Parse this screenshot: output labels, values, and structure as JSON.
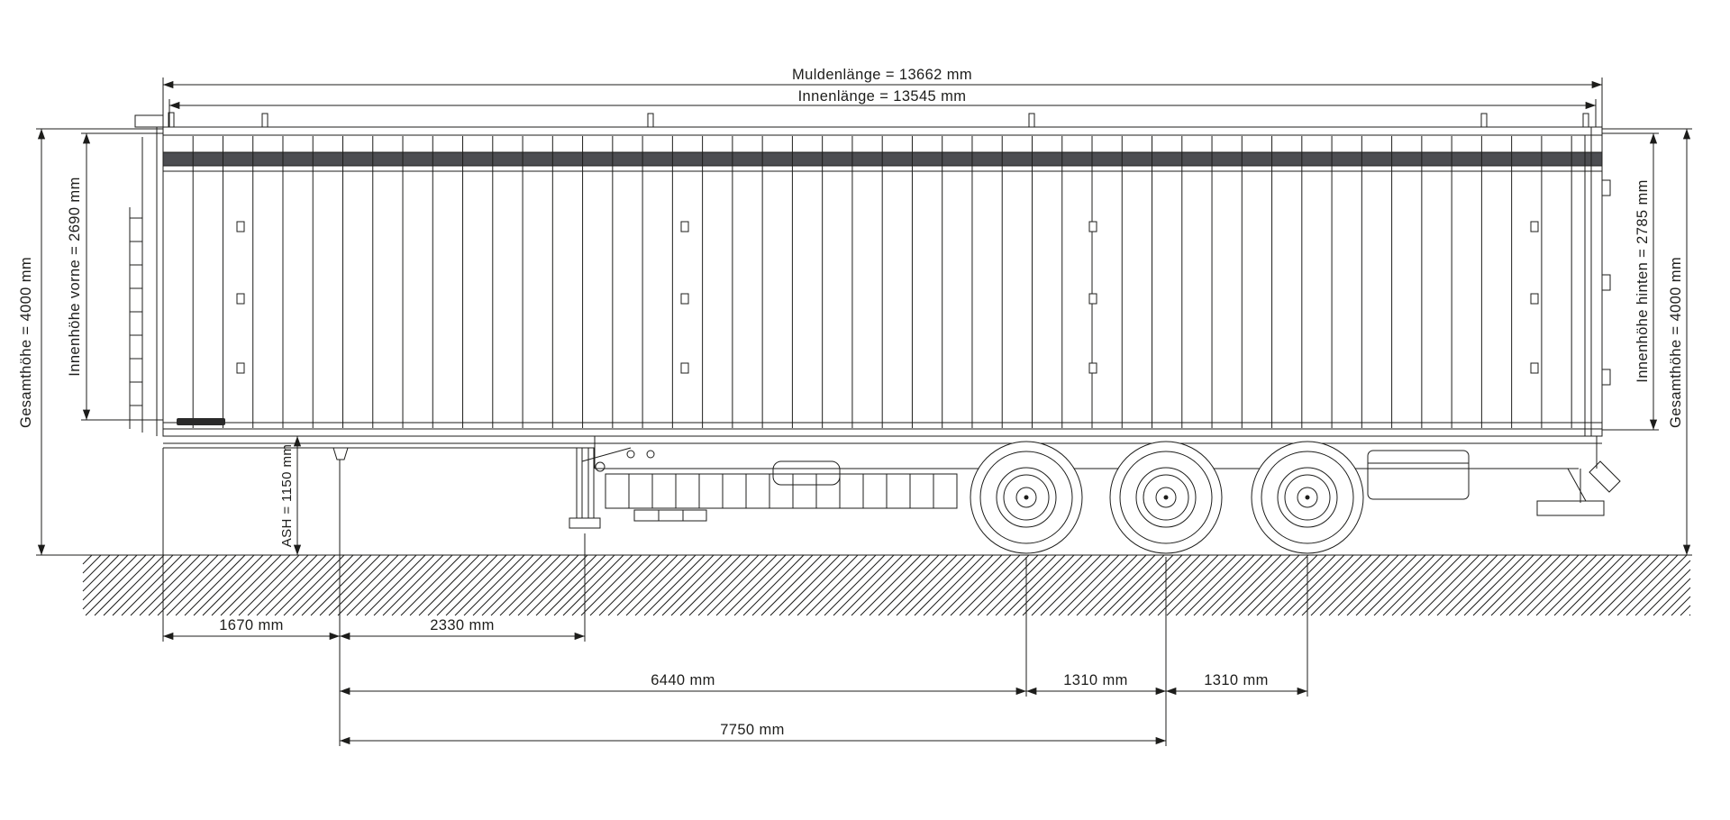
{
  "drawing": {
    "labels": {
      "muldenlaenge": "Muldenlänge = 13662 mm",
      "innenlaenge": "Innenlänge = 13545 mm",
      "gesamthoehe_left": "Gesamthöhe = 4000 mm",
      "innenhoehe_vorne": "Innenhöhe vorne = 2690 mm",
      "ash": "ASH = 1150 mm",
      "innenhoehe_hinten": "Innenhöhe hinten = 2785 mm",
      "gesamthoehe_right": "Gesamthöhe = 4000 mm",
      "d1670": "1670 mm",
      "d2330": "2330 mm",
      "d6440": "6440 mm",
      "d1310_a": "1310 mm",
      "d1310_b": "1310 mm",
      "d7750": "7750 mm"
    },
    "dimensions_mm": {
      "muldenlaenge": 13662,
      "innenlaenge": 13545,
      "gesamthoehe": 4000,
      "innenhoehe_vorne": 2690,
      "ash": 1150,
      "innenhoehe_hinten": 2785,
      "front_to_kingpin": 1670,
      "kingpin_to_landing_gear": 2330,
      "kingpin_to_axle1": 6440,
      "axle1_to_axle2": 1310,
      "axle2_to_axle3": 1310,
      "kingpin_to_axle2": 7750
    },
    "colors": {
      "line": "#1d1d1b",
      "top_rail_band": "#4c4d51",
      "background": "#ffffff"
    }
  }
}
